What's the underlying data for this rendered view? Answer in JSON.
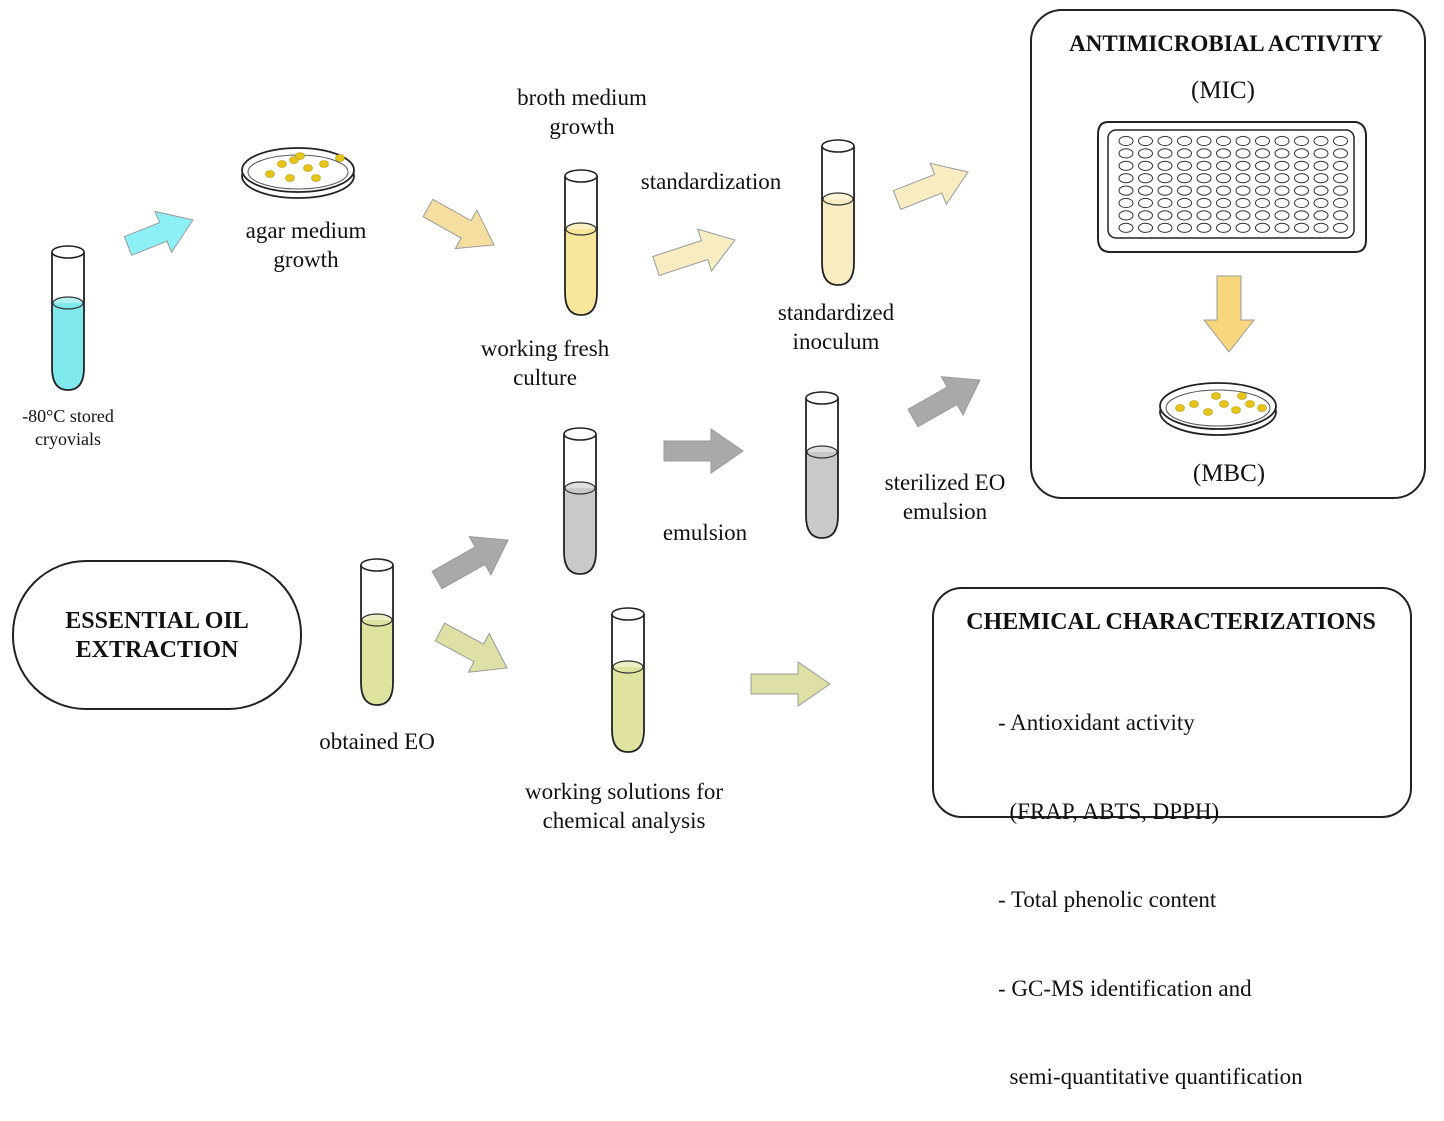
{
  "labels": {
    "cryovials": [
      "-80°C stored",
      "cryovials"
    ],
    "agar": [
      "agar medium",
      "growth"
    ],
    "broth": [
      "broth medium",
      "growth"
    ],
    "working_culture": [
      "working fresh",
      "culture"
    ],
    "standardization": "standardization",
    "standardized_inoculum": [
      "standardized",
      "inoculum"
    ],
    "emulsion": "emulsion",
    "sterilized": [
      "sterilized EO",
      "emulsion"
    ],
    "obtained_eo": "obtained EO",
    "working_solutions": [
      "working solutions for",
      "chemical analysis"
    ],
    "essential_oil_extraction": [
      "ESSENTIAL OIL",
      "EXTRACTION"
    ]
  },
  "antimicrobial": {
    "title": "ANTIMICROBIAL ACTIVITY",
    "mic": "(MIC)",
    "mbc": "(MBC)"
  },
  "chemical": {
    "title": "CHEMICAL CHARACTERIZATIONS",
    "items": [
      "- Antioxidant activity",
      "  (FRAP, ABTS, DPPH)",
      "- Total phenolic content",
      "- GC-MS identification and",
      "  semi-quantitative quantification"
    ]
  },
  "colors": {
    "cyan": "#7fe9ee",
    "cyan_arrow": "#8ef0f7",
    "yellow_culture": "#f7e59a",
    "yellow_arrow": "#f5dfa0",
    "pale_yellow": "#f8ecc2",
    "gray": "#c9c9c9",
    "gray_arrow": "#a9a9a9",
    "olive": "#e0e3a0",
    "olive_arrow": "#dfe0a5",
    "colony": "#e6c419",
    "mbc_arrow": "#f7d67e"
  },
  "icons": [
    "test-tube-icon",
    "petri-dish-icon",
    "microplate-icon",
    "arrow-icon"
  ]
}
